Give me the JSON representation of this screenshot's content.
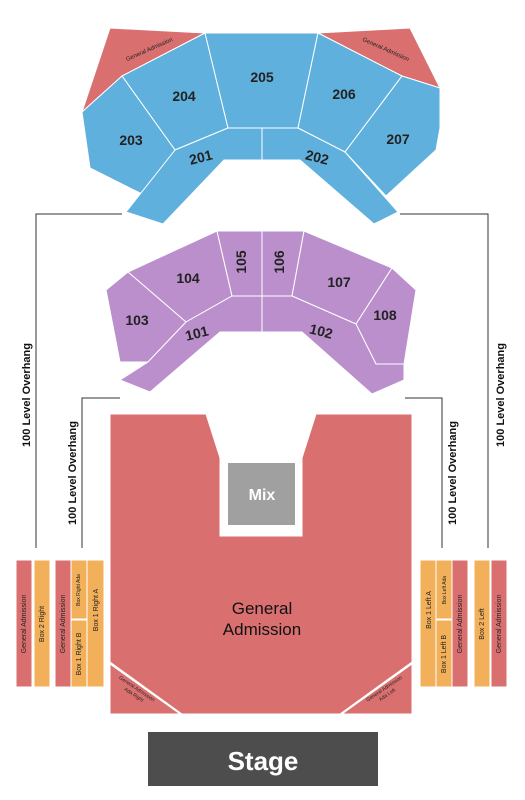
{
  "colors": {
    "upper": "#5fb0dc",
    "lower": "#bb8fcc",
    "ga": "#d9706f",
    "box": "#f2b05a",
    "mix": "#a0a0a0",
    "stage": "#4d4d4d",
    "stroke": "#ffffff",
    "line": "#333333"
  },
  "upper": {
    "ga_left": "General Admission",
    "ga_right": "General Admission",
    "s201": "201",
    "s202": "202",
    "s203": "203",
    "s204": "204",
    "s205": "205",
    "s206": "206",
    "s207": "207"
  },
  "lower": {
    "s101": "101",
    "s102": "102",
    "s103": "103",
    "s104": "104",
    "s105": "105",
    "s106": "106",
    "s107": "107",
    "s108": "108"
  },
  "overhang": {
    "outer_left": "100 Level Overhang",
    "inner_left": "100 Level Overhang",
    "inner_right": "100 Level Overhang",
    "outer_right": "100 Level Overhang"
  },
  "floor": {
    "ga_line1": "General",
    "ga_line2": "Admission",
    "mix": "Mix",
    "ga_ada_right_line1": "General Admission",
    "ga_ada_right_line2": "Ada Right",
    "ga_ada_left_line1": "General Admission",
    "ga_ada_left_line2": "Ada Left"
  },
  "boxes_left": {
    "ga_outer": "General Admission",
    "box2_right": "Box 2 Right",
    "ga_inner": "General Admission",
    "box_right_b": "Box 1 Right B",
    "box_right_ada": "Box Right Ada",
    "box1_right": "Box 1 Right A"
  },
  "boxes_right": {
    "box1_left": "Box 1 Left A",
    "box_left_b": "Box 1 Left B",
    "box_left_ada": "Box Left Ada",
    "ga_inner": "General Admission",
    "box2_left": "Box 2 Left",
    "ga_outer": "General Admission"
  },
  "stage": "Stage"
}
